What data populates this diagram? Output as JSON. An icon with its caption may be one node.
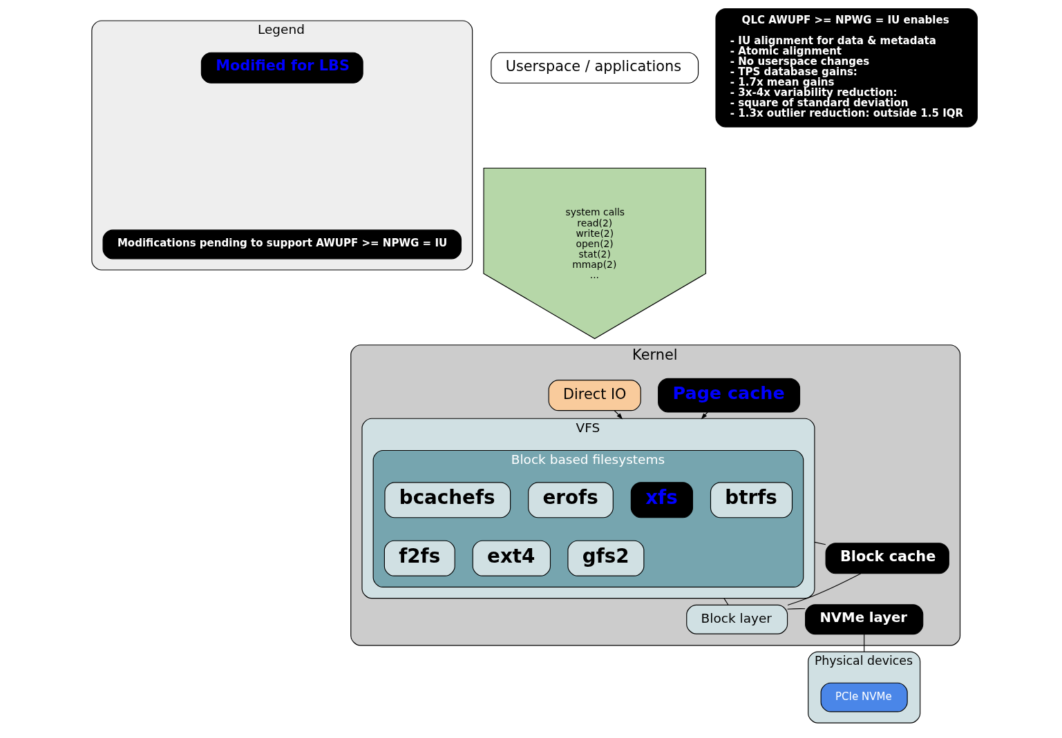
{
  "diagram": {
    "nodes": [
      {
        "text": [
          "Legend"
        ]
      },
      {
        "text": [
          "Modified for LBS"
        ],
        "in": 0
      },
      {
        "text": [
          "Modifications pending to support AWUPF >= NPWG = IU"
        ],
        "in": 0
      },
      {
        "text": [
          "Userspace / applications"
        ]
      },
      {
        "text": [
          "system calls",
          "read(2)",
          "write(2)",
          "open(2)",
          "stat(2)",
          "mmap(2)",
          "..."
        ]
      },
      {
        "text": [
          "QLC AWUPF >= NPWG = IU enables",
          "- IU alignment for data & metadata",
          "- Atomic alignment",
          "- No userspace changes",
          "- TPS database gains:",
          "- 1.7x mean gains",
          "- 3x-4x variability reduction:",
          "- square of standard deviation",
          "- 1.3x outlier reduction: outside 1.5 IQR"
        ]
      },
      {
        "text": [
          "Kernel"
        ]
      },
      {
        "text": [
          "Direct IO"
        ],
        "in": 6
      },
      {
        "text": [
          "Page cache"
        ],
        "in": 6
      },
      {
        "text": [
          "VFS"
        ],
        "in": 6
      },
      {
        "text": [
          "Block based filesystems"
        ],
        "in": 9
      },
      {
        "text": [
          "xfs"
        ],
        "in": 10
      },
      {
        "text": [
          "bcachefs"
        ],
        "in": 10
      },
      {
        "text": [
          "erofs"
        ],
        "in": 10
      },
      {
        "text": [
          "btrfs"
        ],
        "in": 10
      },
      {
        "text": [
          "ext4"
        ],
        "in": 10
      },
      {
        "text": [
          "f2fs"
        ],
        "in": 10
      },
      {
        "text": [
          "gfs2"
        ],
        "in": 10
      },
      {
        "text": [
          "Block cache"
        ],
        "in": 6
      },
      {
        "text": [
          "Block layer"
        ],
        "in": 6
      },
      {
        "text": [
          "NVMe layer"
        ],
        "in": 6
      },
      {
        "text": [
          "Physical devices"
        ]
      },
      {
        "text": [
          "PCIe NVMe"
        ],
        "in": 21
      }
    ],
    "edges": [
      {
        "from": 7,
        "to": 9,
        "arrow": "to"
      },
      {
        "from": 8,
        "to": 9,
        "arrow": "to"
      },
      {
        "from": 9,
        "to": 18,
        "arrow": "none"
      },
      {
        "from": 18,
        "to": 19,
        "arrow": "none"
      },
      {
        "from": 9,
        "to": 19,
        "arrow": "none"
      },
      {
        "from": 19,
        "to": 20,
        "arrow": "none"
      },
      {
        "from": 20,
        "to": 21,
        "arrow": "none"
      }
    ]
  }
}
